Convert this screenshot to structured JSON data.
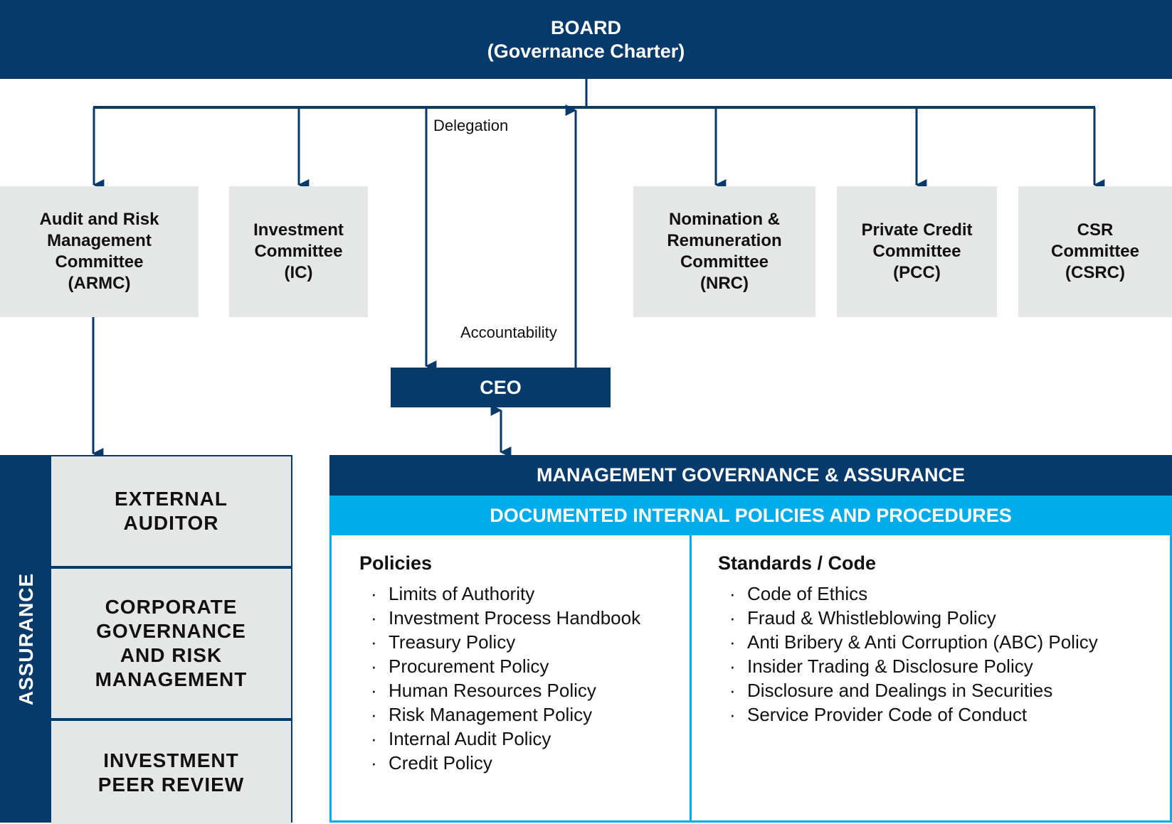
{
  "colors": {
    "navy": "#063a6b",
    "cyan": "#00acea",
    "box_grey": "#e4e7e5"
  },
  "board": {
    "title": "BOARD",
    "subtitle": "(Governance Charter)"
  },
  "committees": [
    {
      "lines": [
        "Audit and Risk",
        "Management",
        "Committee",
        "(ARMC)"
      ]
    },
    {
      "lines": [
        "Investment",
        "Committee",
        "(IC)"
      ]
    },
    {
      "lines": [
        "Nomination &",
        "Remuneration",
        "Committee",
        "(NRC)"
      ]
    },
    {
      "lines": [
        "Private Credit",
        "Committee",
        "(PCC)"
      ]
    },
    {
      "lines": [
        "CSR",
        "Committee",
        "(CSRC)"
      ]
    }
  ],
  "arrows": {
    "delegation_label": "Delegation",
    "accountability_label": "Accountability"
  },
  "ceo": {
    "label": "CEO"
  },
  "assurance": {
    "side_label": "ASSURANCE",
    "items": [
      {
        "lines": [
          "EXTERNAL",
          "AUDITOR"
        ]
      },
      {
        "lines": [
          "CORPORATE",
          "GOVERNANCE",
          "AND RISK",
          "MANAGEMENT"
        ]
      },
      {
        "lines": [
          "INVESTMENT",
          "PEER REVIEW"
        ]
      }
    ]
  },
  "management": {
    "header": "MANAGEMENT GOVERNANCE & ASSURANCE",
    "subheader": "DOCUMENTED INTERNAL POLICIES AND PROCEDURES",
    "bullet": "·",
    "policies": {
      "title": "Policies",
      "items": [
        "Limits of Authority",
        "Investment Process Handbook",
        "Treasury Policy",
        "Procurement Policy",
        "Human Resources Policy",
        "Risk Management Policy",
        "Internal Audit Policy",
        "Credit Policy"
      ]
    },
    "standards": {
      "title": "Standards / Code",
      "items": [
        "Code of Ethics",
        "Fraud & Whistleblowing Policy",
        "Anti Bribery & Anti Corruption (ABC) Policy",
        "Insider Trading & Disclosure Policy",
        "Disclosure and Dealings in Securities",
        "Service Provider Code of Conduct"
      ]
    }
  }
}
